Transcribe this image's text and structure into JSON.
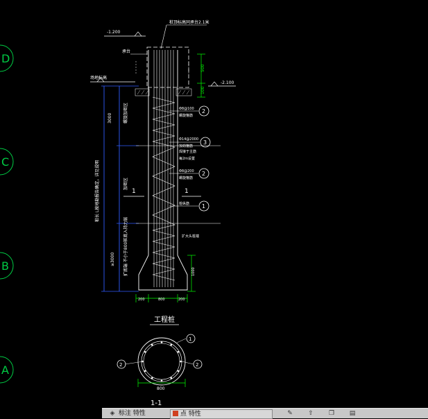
{
  "grid_bubbles": [
    "D",
    "C",
    "B",
    "A"
  ],
  "elevations": {
    "top": "-1.200",
    "right": "-2.100",
    "ground": "场地标高"
  },
  "labels": {
    "top_note": "桩顶标高同承台2.1米",
    "cap": "承台",
    "dim_500": "500",
    "dim_100": "100",
    "dim_left_3000": "3000",
    "note_left1": "螺旋加密区",
    "note_left2": "桩长 L按地勘报告确定，详见说明",
    "note_left3": "≥3000",
    "note_left4": "加密区",
    "note_left5": "扩底端 不小于800桩底入持力层",
    "section_mark_left": "1",
    "section_mark_right": "1",
    "bar2_a": "Φ8@100",
    "bar2_b": "螺旋箍筋",
    "bar3_a": "Φ14@2000",
    "bar3_b": "加劲箍筋",
    "bar3_c": "焊接于主筋",
    "bar3_d": "每2m设置",
    "bar2b_a": "Φ8@200",
    "bar2b_b": "螺旋箍筋",
    "bar1": "桩纵筋",
    "bottom_note": "扩大头桩端",
    "dim_1000": "1000",
    "bottom_dim_200l": "200",
    "bottom_dim_800": "800",
    "bottom_dim_200r": "200",
    "plan_title": "工程桩",
    "plan_dim": "800",
    "section_title": "1-1"
  },
  "callouts": [
    "2",
    "3",
    "2",
    "1"
  ],
  "plan_callouts": [
    "1",
    "2",
    "2"
  ],
  "taskbar": {
    "item1": "标注 特性",
    "item2": "点 特性"
  },
  "colors": {
    "background": "#000000",
    "linework": "#ffffff",
    "dimension": "#00ff00",
    "blue_dim": "#2f5cff",
    "bubble": "#00cc44"
  }
}
